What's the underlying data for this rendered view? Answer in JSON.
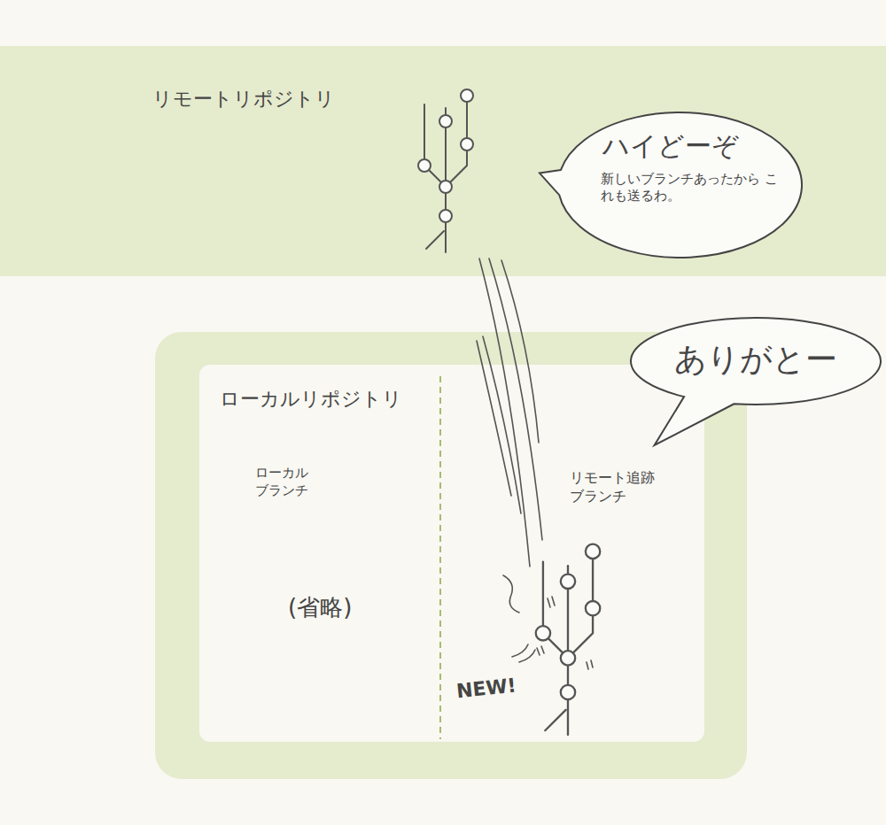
{
  "diagram": {
    "nodes": [
      {
        "text": [
          "リモートリポジトリ"
        ]
      },
      {
        "text": [
          "ハイどーぞ",
          "新しいブランチあったから これも送るわ。"
        ],
        "in": 0
      },
      {
        "text": [
          "ローカルリポジトリ"
        ]
      },
      {
        "text": [
          "ローカル ブランチ",
          "(省略)"
        ],
        "in": 2
      },
      {
        "text": [
          "リモート追跡 ブランチ"
        ],
        "in": 2
      },
      {
        "text": [
          "ありがとー"
        ]
      }
    ],
    "labels": [
      "NEW!"
    ]
  }
}
